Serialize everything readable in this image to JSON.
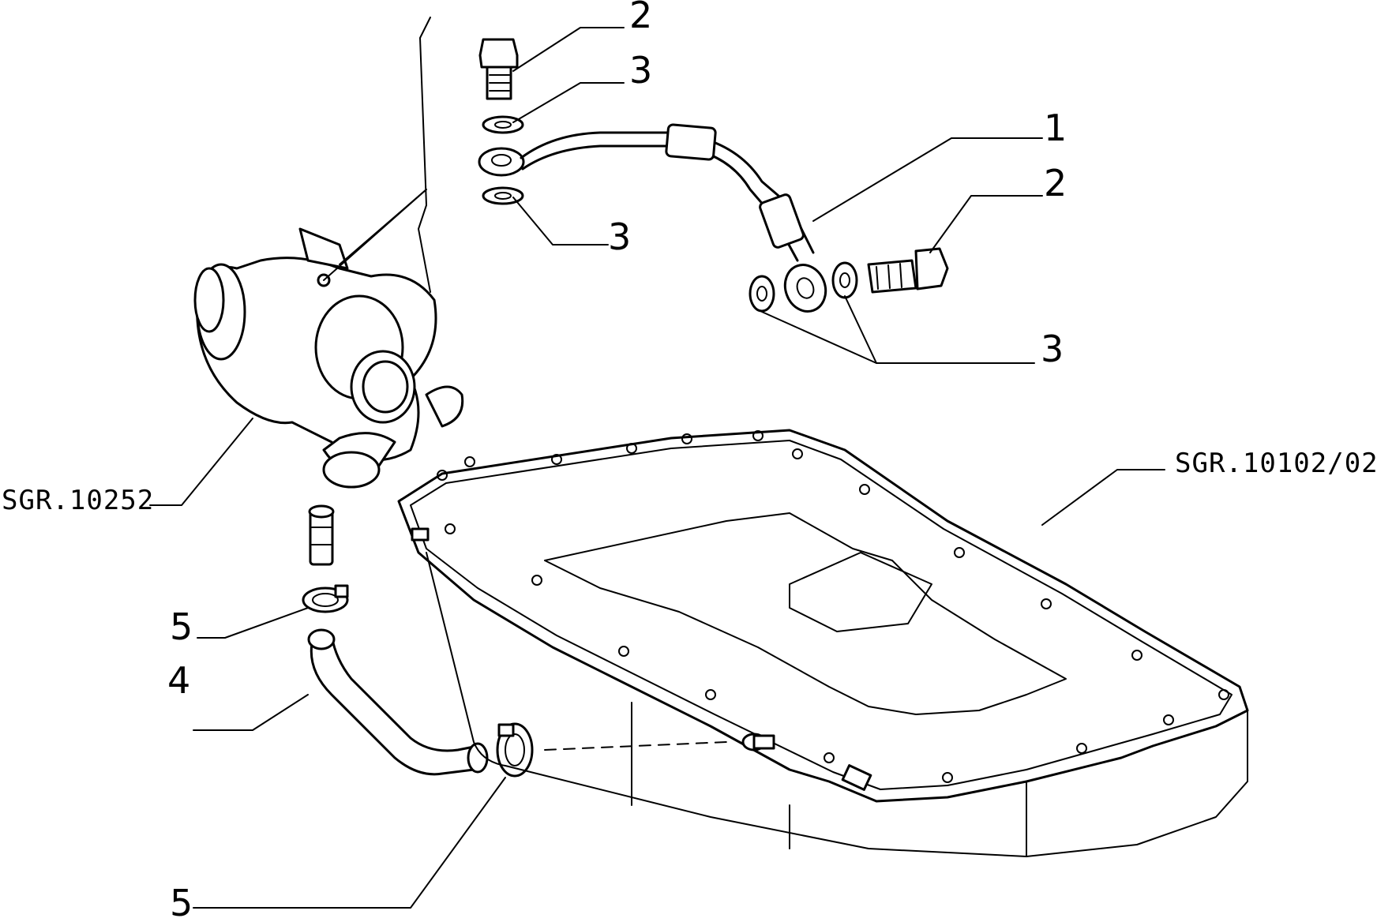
{
  "callouts": {
    "bolt_top": "2",
    "washer_top_upper": "3",
    "pipe": "1",
    "bolt_right": "2",
    "washer_top_lower": "3",
    "washers_right": "3",
    "clamp_upper": "5",
    "hose": "4",
    "clamp_lower": "5"
  },
  "references": {
    "turbocharger": "SGR.10252",
    "oil_sump": "SGR.10102/02"
  }
}
